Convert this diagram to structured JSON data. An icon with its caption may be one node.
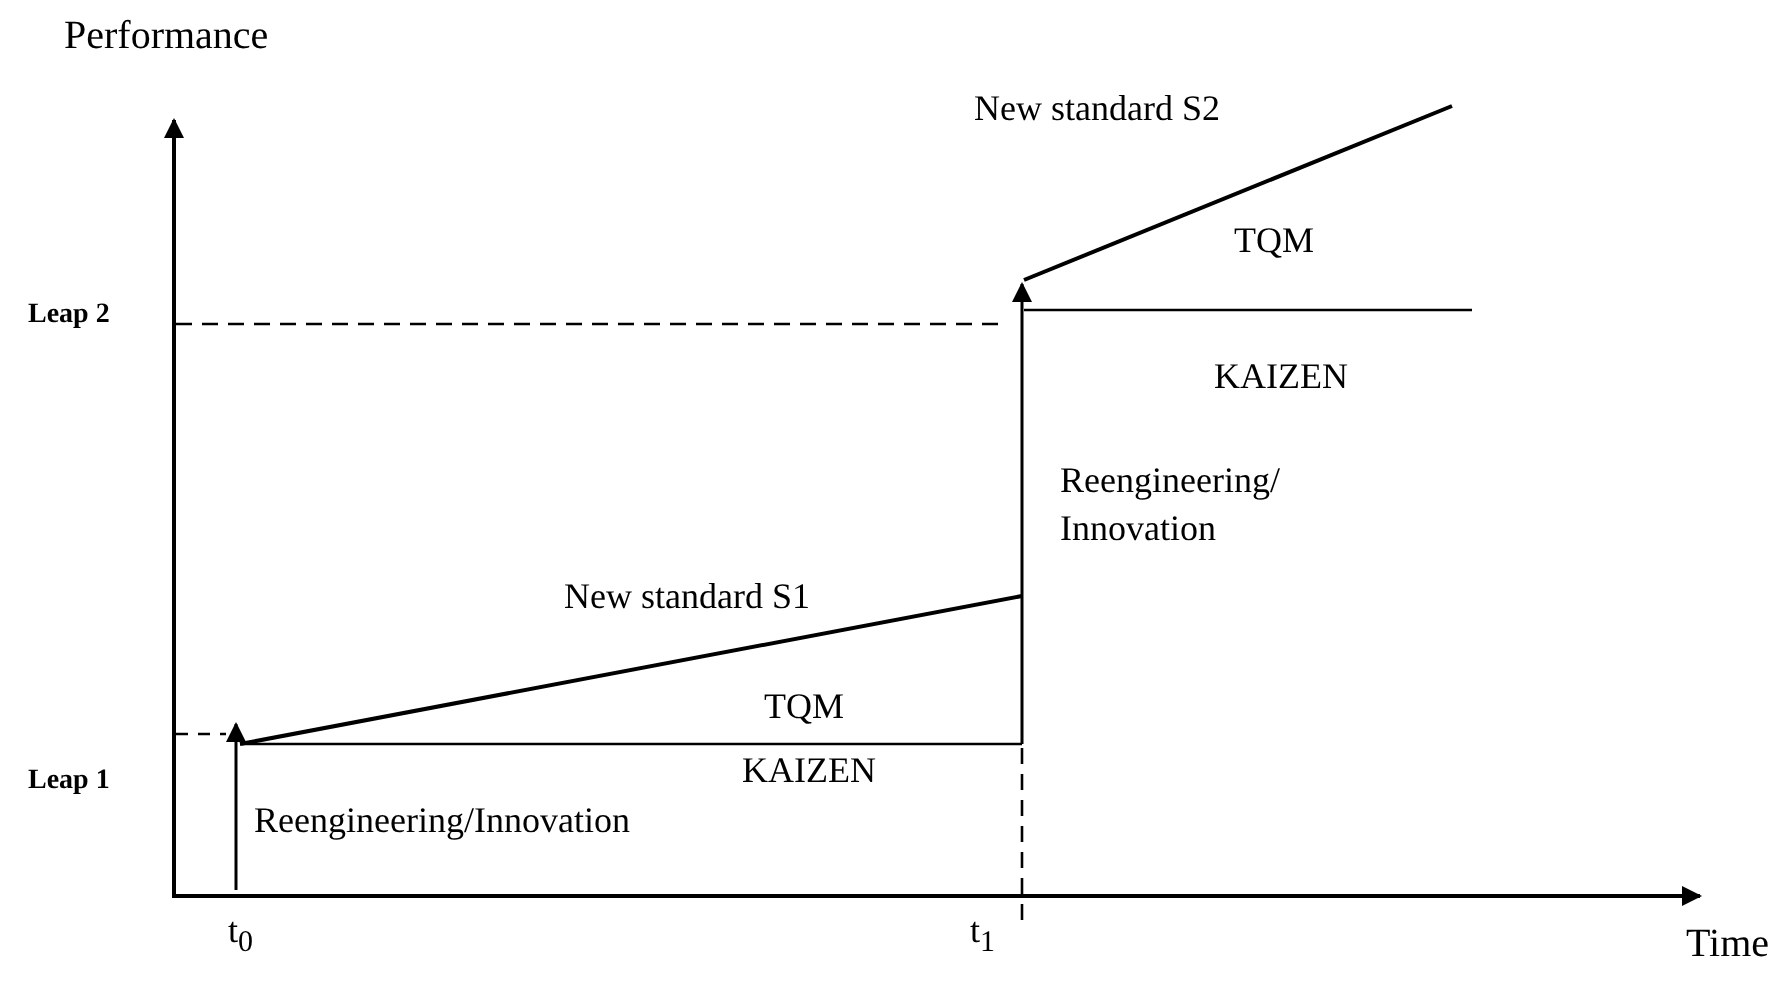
{
  "diagram": {
    "labels": [
      "Performance",
      "New standard S2",
      "TQM",
      "Leap 2",
      "KAIZEN",
      "Reengineering/ Innovation",
      "New standard  S1",
      "TQM",
      "Leap 1",
      "KAIZEN",
      "Reengineering/Innovation",
      "t$_{0}$",
      "t$_{1}$",
      "Time"
    ]
  }
}
